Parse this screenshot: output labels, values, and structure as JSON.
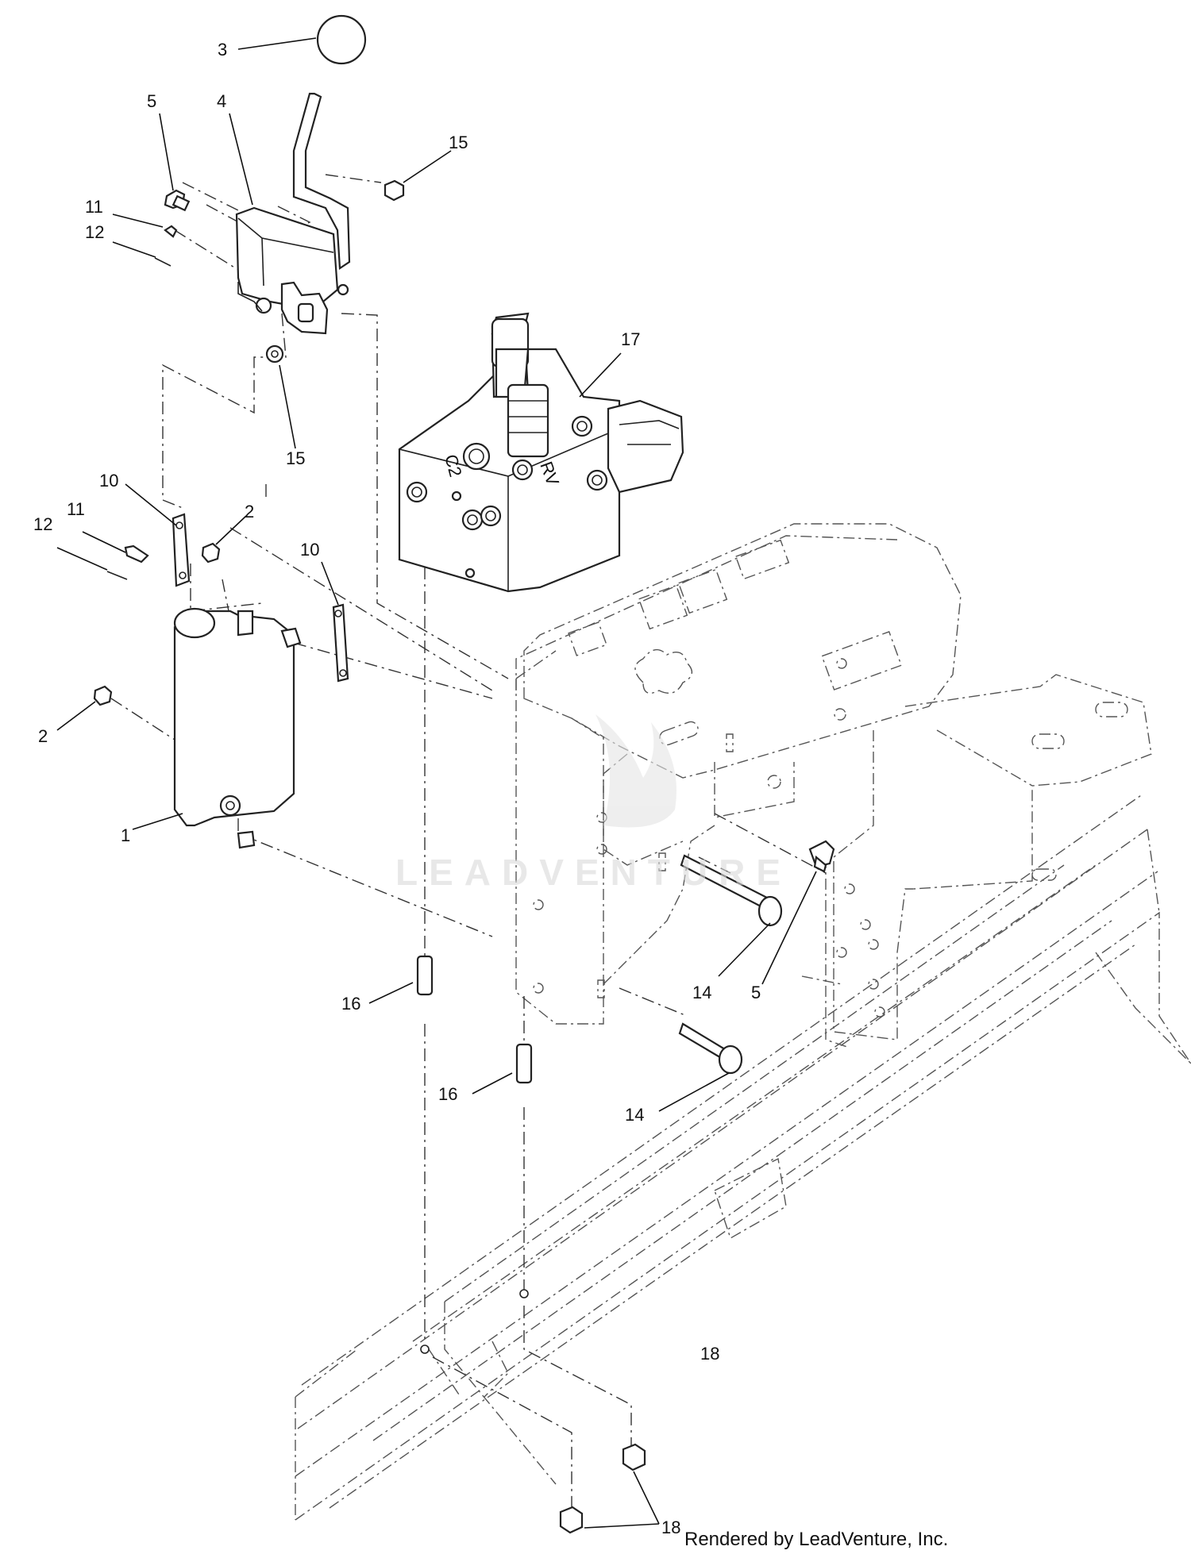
{
  "diagram": {
    "labels": [
      {
        "id": "c3",
        "text": "3"
      },
      {
        "id": "c5a",
        "text": "5"
      },
      {
        "id": "c4",
        "text": "4"
      },
      {
        "id": "c15a",
        "text": "15"
      },
      {
        "id": "c11a",
        "text": "11"
      },
      {
        "id": "c12a",
        "text": "12"
      },
      {
        "id": "c17",
        "text": "17"
      },
      {
        "id": "c15b",
        "text": "15"
      },
      {
        "id": "c10a",
        "text": "10"
      },
      {
        "id": "c2a",
        "text": "2"
      },
      {
        "id": "c12b",
        "text": "12"
      },
      {
        "id": "c11b",
        "text": "11"
      },
      {
        "id": "c10b",
        "text": "10"
      },
      {
        "id": "c2b",
        "text": "2"
      },
      {
        "id": "c1",
        "text": "1"
      },
      {
        "id": "c14a",
        "text": "14"
      },
      {
        "id": "c5b",
        "text": "5"
      },
      {
        "id": "c16a",
        "text": "16"
      },
      {
        "id": "c16b",
        "text": "16"
      },
      {
        "id": "c14b",
        "text": "14"
      },
      {
        "id": "c18a",
        "text": "18"
      },
      {
        "id": "c18b",
        "text": "18"
      }
    ],
    "valve_markings": {
      "left_port": "C2",
      "right_port": "RV"
    },
    "watermark": "LEADVENTURE",
    "credit": "Rendered by LeadVenture, Inc."
  }
}
